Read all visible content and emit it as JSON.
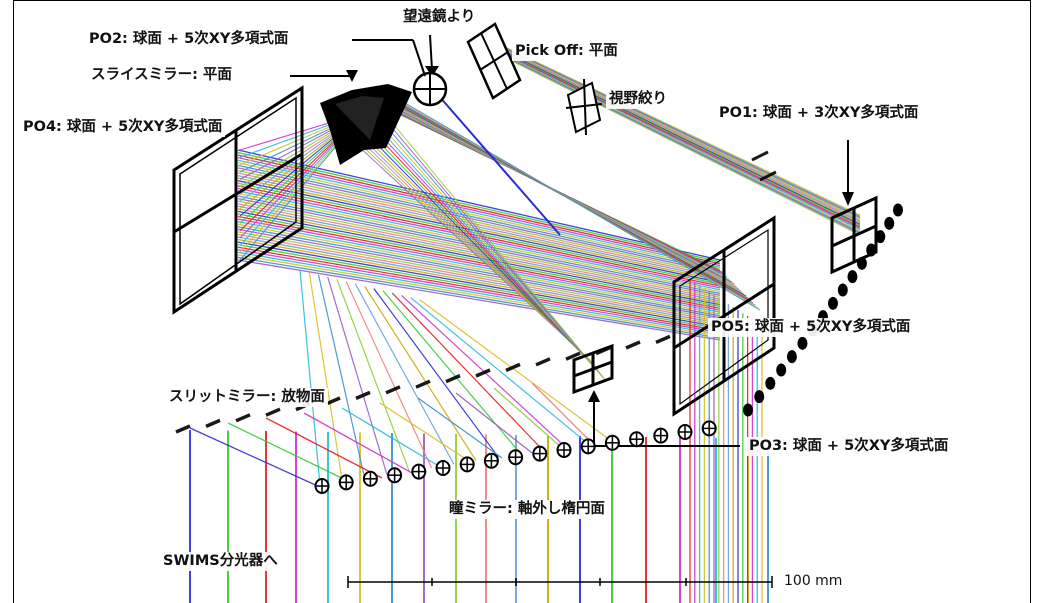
{
  "labels": {
    "po2": "PO2: 球面 + 5次XY多項式面",
    "telescope": "望遠鏡より",
    "pickoff": "Pick Off: 平面",
    "slicer": "スライスミラー: 平面",
    "fieldstop": "視野絞り",
    "po4": "PO4: 球面 + 5次XY多項式面",
    "po1": "PO1: 球面 + 3次XY多項式面",
    "po5": "PO5: 球面 + 5次XY多項式面",
    "slitmirror": "スリットミラー: 放物面",
    "po3": "PO3: 球面 + 5次XY多項式面",
    "pupilmirror": "瞳ミラー: 軸外し楕円面",
    "swims": "SWIMS分光器へ",
    "scale": "100 mm"
  },
  "ray_colors": [
    "#2b2bd6",
    "#33cc33",
    "#e02020",
    "#cc33cc",
    "#22bbdd",
    "#d8c020",
    "#3a8fd0",
    "#9a5cc0",
    "#8ecf3a",
    "#f08080",
    "#6aa0d8",
    "#c8a800"
  ]
}
